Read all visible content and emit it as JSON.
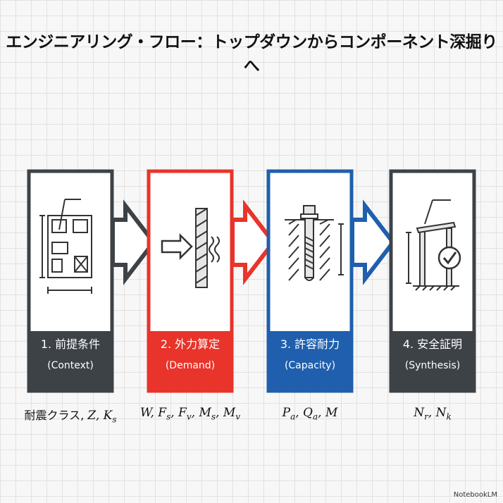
{
  "title": "エンジニアリング・フロー：トップダウンからコンポーネント深掘りへ",
  "colors": {
    "dark": "#3d4247",
    "red": "#e8342a",
    "blue": "#1f5fae",
    "paper": "#f7f7f7"
  },
  "steps": [
    {
      "label": "1. 前提条件",
      "sub": "(Context)",
      "color": "#3d4247",
      "icon": "floor-plan-icon",
      "symbol_prefix": "耐震クラス, ",
      "symbol": "Z, K_s"
    },
    {
      "label": "2. 外力算定",
      "sub": "(Demand)",
      "color": "#e8342a",
      "icon": "force-on-wall-icon",
      "symbol_prefix": "",
      "symbol": "W, F_s, F_v, M_s, M_v"
    },
    {
      "label": "3. 許容耐力",
      "sub": "(Capacity)",
      "color": "#1f5fae",
      "icon": "anchor-bolt-icon",
      "symbol_prefix": "",
      "symbol": "P_a, Q_a, M"
    },
    {
      "label": "4. 安全証明",
      "sub": "(Synthesis)",
      "color": "#3d4247",
      "icon": "frame-check-icon",
      "symbol_prefix": "",
      "symbol": "N_r, N_k"
    }
  ],
  "watermark": "NotebookLM"
}
